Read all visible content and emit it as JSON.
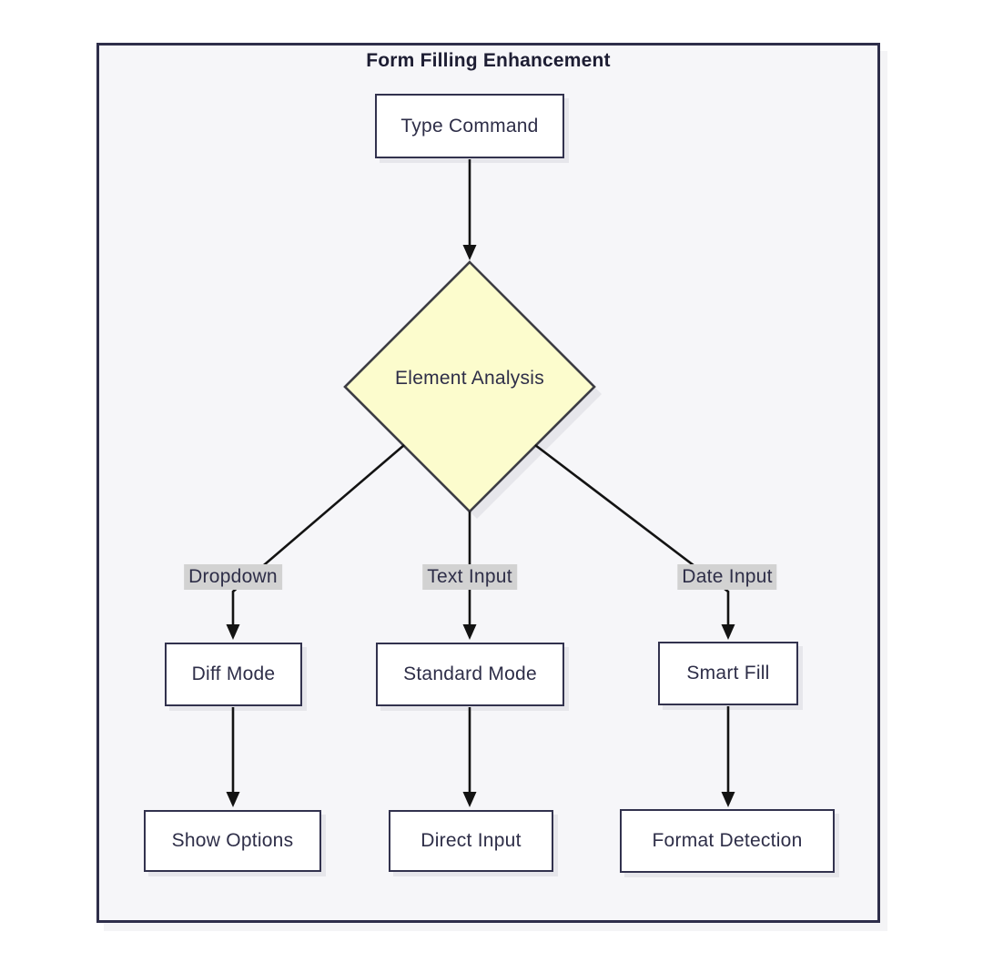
{
  "diagram": {
    "type": "flowchart",
    "title": "Form Filling Enhancement",
    "nodes": {
      "type_command": {
        "label": "Type Command",
        "shape": "rectangle"
      },
      "element_analysis": {
        "label": "Element Analysis",
        "shape": "diamond"
      },
      "diff_mode": {
        "label": "Diff Mode",
        "shape": "rectangle"
      },
      "standard_mode": {
        "label": "Standard Mode",
        "shape": "rectangle"
      },
      "smart_fill": {
        "label": "Smart Fill",
        "shape": "rectangle"
      },
      "show_options": {
        "label": "Show Options",
        "shape": "rectangle"
      },
      "direct_input": {
        "label": "Direct Input",
        "shape": "rectangle"
      },
      "format_detection": {
        "label": "Format Detection",
        "shape": "rectangle"
      }
    },
    "edges": [
      {
        "from": "type_command",
        "to": "element_analysis",
        "label": ""
      },
      {
        "from": "element_analysis",
        "to": "diff_mode",
        "label": "Dropdown"
      },
      {
        "from": "element_analysis",
        "to": "standard_mode",
        "label": "Text Input"
      },
      {
        "from": "element_analysis",
        "to": "smart_fill",
        "label": "Date Input"
      },
      {
        "from": "diff_mode",
        "to": "show_options",
        "label": ""
      },
      {
        "from": "standard_mode",
        "to": "direct_input",
        "label": ""
      },
      {
        "from": "smart_fill",
        "to": "format_detection",
        "label": ""
      }
    ],
    "colors": {
      "frame_bg": "#f6f6f9",
      "frame_border": "#2e2e4a",
      "node_fill": "#ffffff",
      "node_border": "#32324e",
      "decision_fill": "#fcfccd",
      "decision_border": "#3d3d44",
      "edge_line": "#131313",
      "edge_label_bg": "#d2d2d2",
      "text": "#2e2e48"
    }
  }
}
